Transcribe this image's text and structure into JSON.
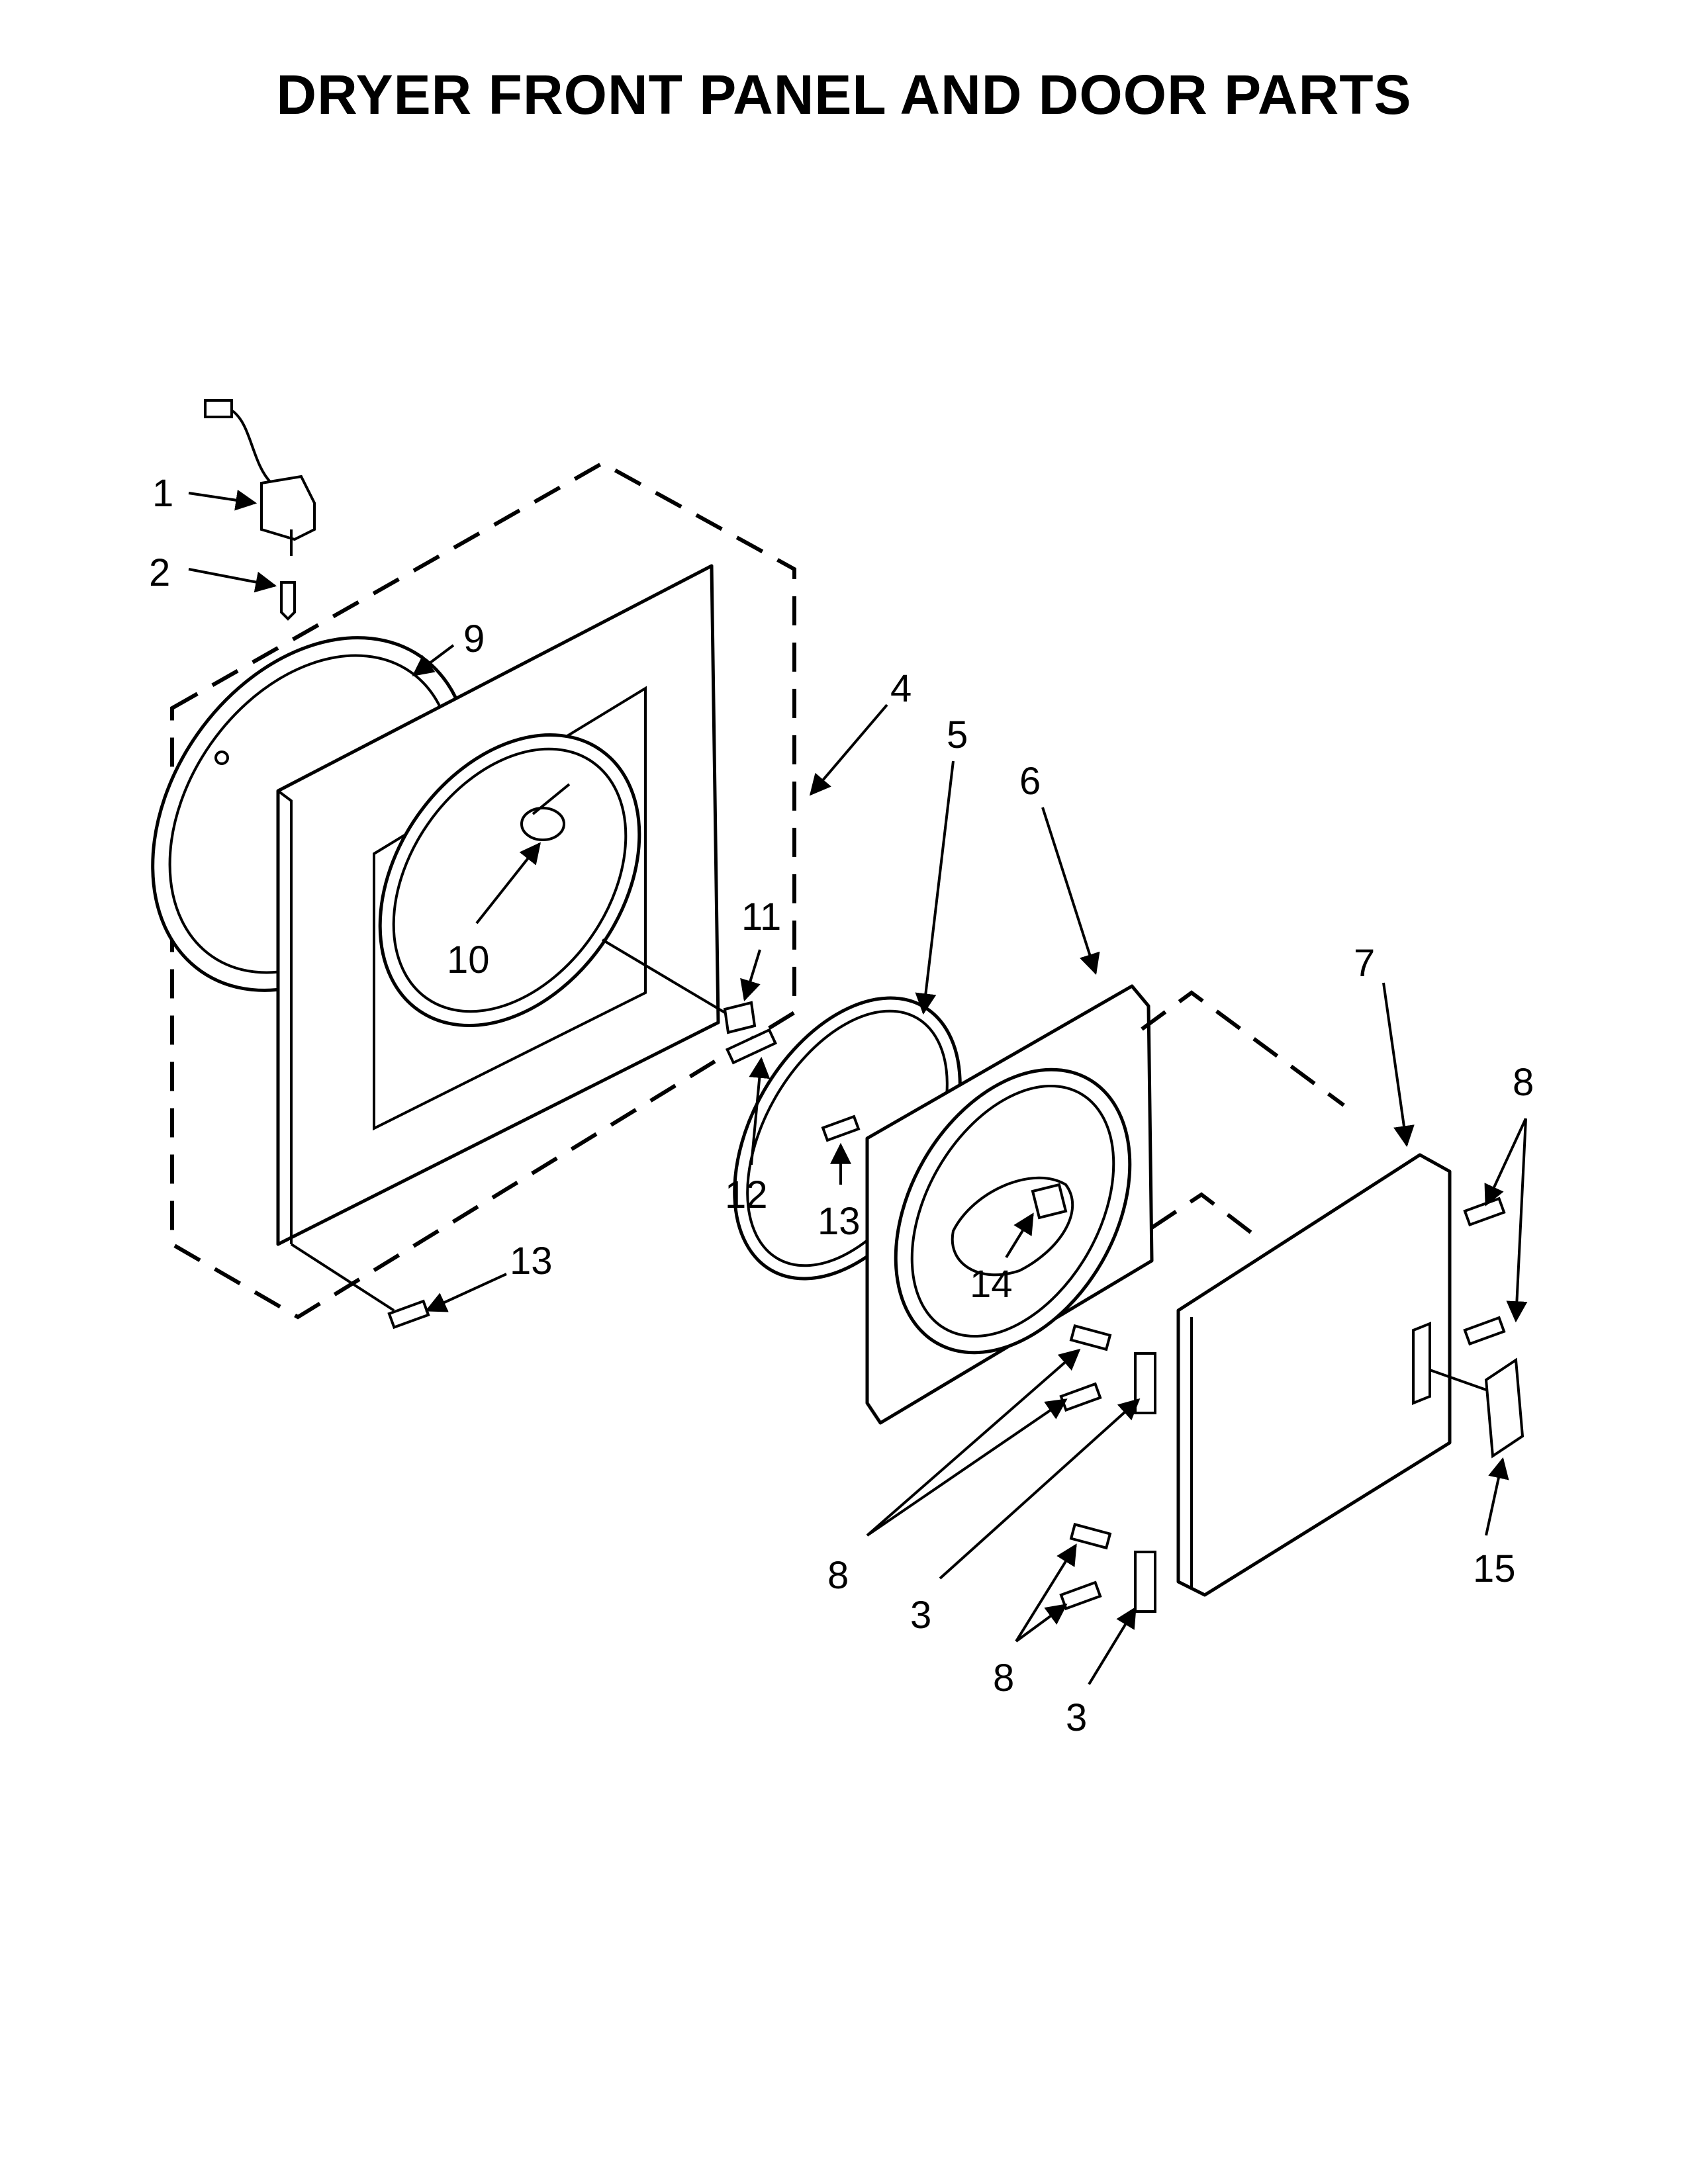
{
  "title": "DRYER FRONT PANEL AND DOOR PARTS",
  "callouts": {
    "c1": "1",
    "c2": "2",
    "c9": "9",
    "c4": "4",
    "c5": "5",
    "c6": "6",
    "c10": "10",
    "c11": "11",
    "c12": "12",
    "c13a": "13",
    "c13b": "13",
    "c14": "14",
    "c7": "7",
    "c8a": "8",
    "c8b": "8",
    "c8c": "8",
    "c3a": "3",
    "c3b": "3",
    "c15": "15"
  }
}
